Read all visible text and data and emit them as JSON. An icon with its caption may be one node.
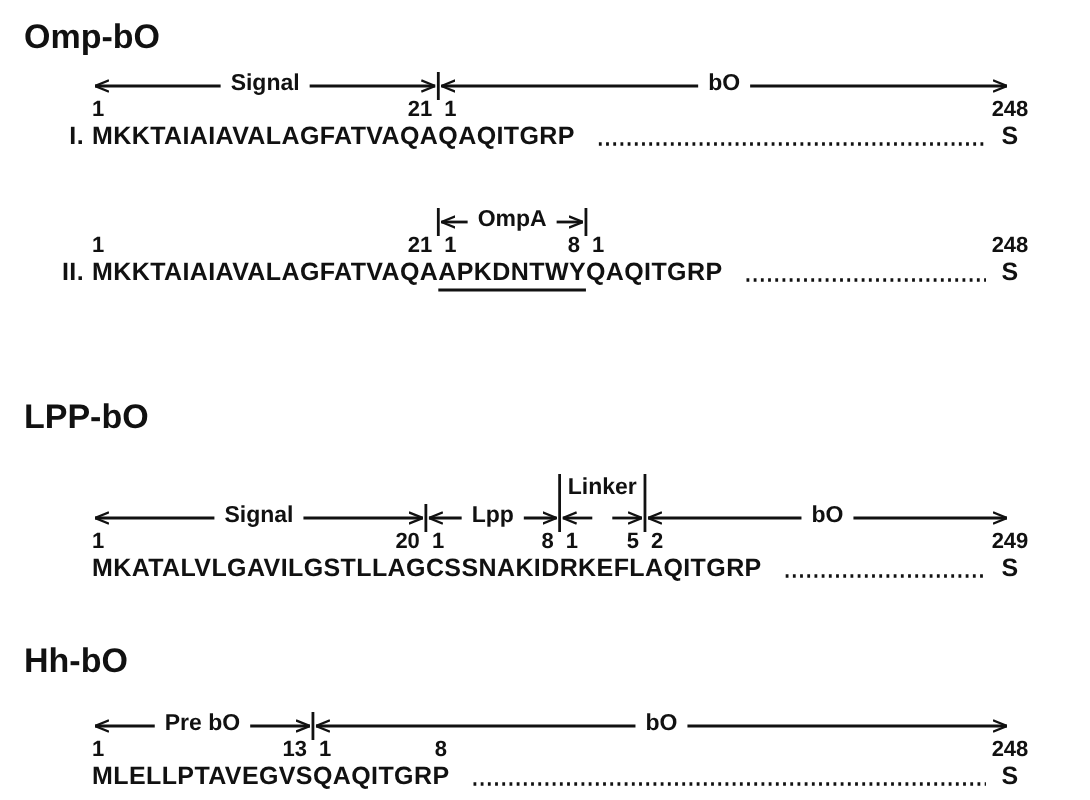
{
  "diagram": {
    "labels": [
      "Omp-bO",
      "Signal",
      "bO",
      "1",
      "21",
      "1",
      "248",
      "I.",
      "MKKTAIAIAVALAGFATVAQAQAQITGRP",
      "S",
      "OmpA",
      "1",
      "21",
      "1",
      "8",
      "1",
      "248",
      "II.",
      "MKKTAIAIAVALAGFATVAQAAPKDNTWYQAQITGRP",
      "S",
      "LPP-bO",
      "Linker",
      "Signal",
      "Lpp",
      "bO",
      "1",
      "20",
      "1",
      "8",
      "1",
      "5",
      "2",
      "249",
      "MKATALVLGAVILGSTLLAGCSSNAKIDRKEFLAQITGRP",
      "S",
      "Hh-bO",
      "Pre bO",
      "bO",
      "1",
      "13",
      "1",
      "8",
      "248",
      "MLELLPTAVEGVSQAQITGRP",
      "S"
    ]
  }
}
